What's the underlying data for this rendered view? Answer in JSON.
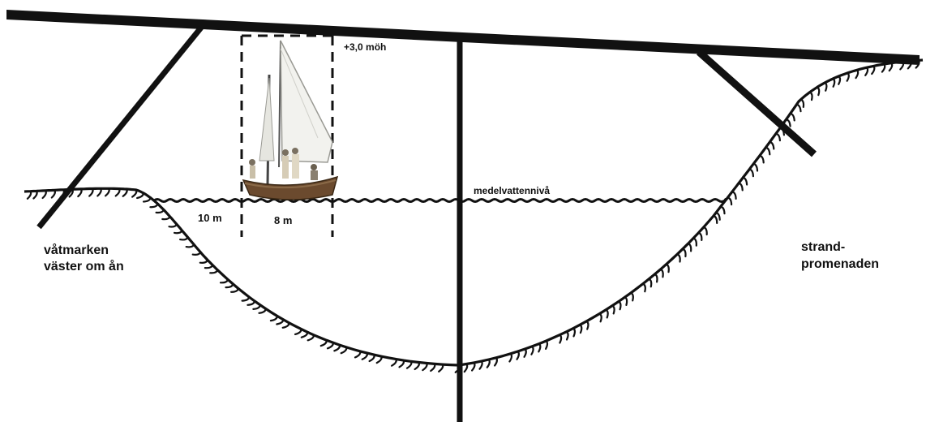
{
  "labels": {
    "height_level": "+3,0 möh",
    "water_level": "medelvattennivå",
    "width_left": "10 m",
    "width_channel": "8 m",
    "wetland": [
      "våtmarken",
      "väster om ån"
    ],
    "promenade": [
      "strand-",
      "promenaden"
    ]
  },
  "colors": {
    "ink": "#111111",
    "boat_hull": "#6b4a2e",
    "sail": "#f2f2ee",
    "background": "#ffffff"
  },
  "icons": {
    "boat": "sailboat-icon"
  }
}
